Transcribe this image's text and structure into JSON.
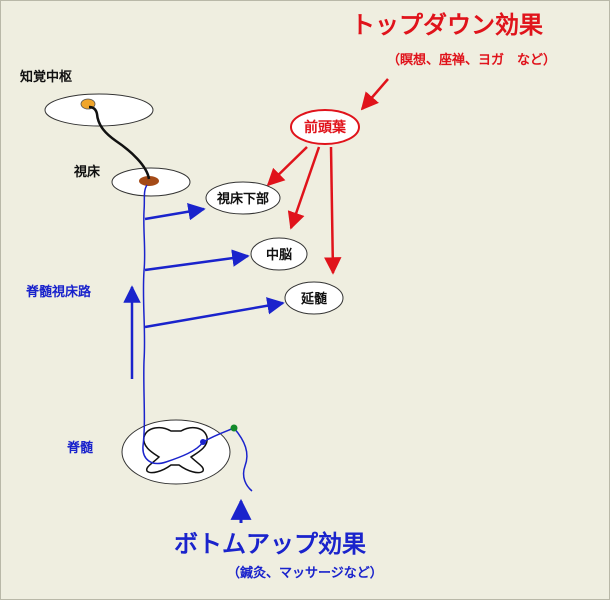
{
  "labels": {
    "perception_center": "知覚中枢",
    "thalamus": "視床",
    "spinothalamic_tract": "脊髄視床路",
    "spinal_cord": "脊髄"
  },
  "nodes": {
    "prefrontal": "前頭葉",
    "hypothalamus": "視床下部",
    "midbrain": "中脳",
    "medulla": "延髄"
  },
  "top_down": {
    "title": "トップダウン効果",
    "subtitle": "（瞑想、座禅、ヨガ　など）"
  },
  "bottom_up": {
    "title": "ボトムアップ効果",
    "subtitle": "（鍼灸、マッサージなど）"
  },
  "colors": {
    "background": "#efeee0",
    "top_down_red": "#e0131b",
    "bottom_up_blue": "#1a23cc",
    "nucleus_orange": "#f0a52a",
    "thalamus_nucleus_brown": "#a44a17"
  }
}
